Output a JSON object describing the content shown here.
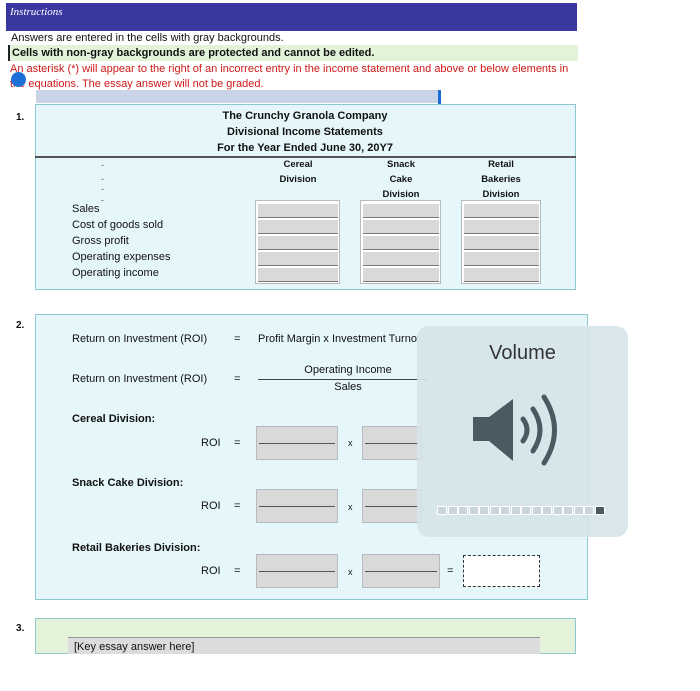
{
  "instructions": {
    "title": "Instructions",
    "line1": "Answers are entered in the cells with gray backgrounds.",
    "line2": "Cells with non-gray backgrounds are protected and cannot be edited.",
    "line3": "An asterisk (*) will appear to the right of an incorrect entry in the income statement and above or below elements in the equations.  The essay answer will not be graded."
  },
  "q1": {
    "number": "1.",
    "company": "The Crunchy Granola Company",
    "statement": "Divisional Income Statements",
    "period": "For the Year Ended June 30, 20Y7",
    "columns": [
      {
        "line1": "",
        "line2": "Cereal",
        "line3": "Division"
      },
      {
        "line1": "Snack",
        "line2": "Cake",
        "line3": "Division"
      },
      {
        "line1": "Retail",
        "line2": "Bakeries",
        "line3": "Division"
      }
    ],
    "dashes": [
      "-",
      "-",
      "-",
      "-"
    ],
    "rows": [
      "Sales",
      "Cost of goods sold",
      "Gross profit",
      "Operating expenses",
      "Operating income"
    ]
  },
  "q2": {
    "number": "2.",
    "roi_label": "Return on Investment (ROI)",
    "equals": "=",
    "formula": "Profit Margin x Investment Turnover",
    "numerator": "Operating Income",
    "denominator": "Sales",
    "divisions": [
      {
        "heading": "Cereal Division:",
        "roi": "ROI"
      },
      {
        "heading": "Snack Cake Division:",
        "roi": "ROI"
      },
      {
        "heading": "Retail Bakeries Division:",
        "roi": "ROI"
      }
    ],
    "times": "x"
  },
  "q3": {
    "number": "3.",
    "essay_placeholder": "[Key essay answer here]"
  },
  "volume_overlay": {
    "title": "Volume",
    "icon": "speaker-icon",
    "level": 0.06,
    "segments": 16
  }
}
